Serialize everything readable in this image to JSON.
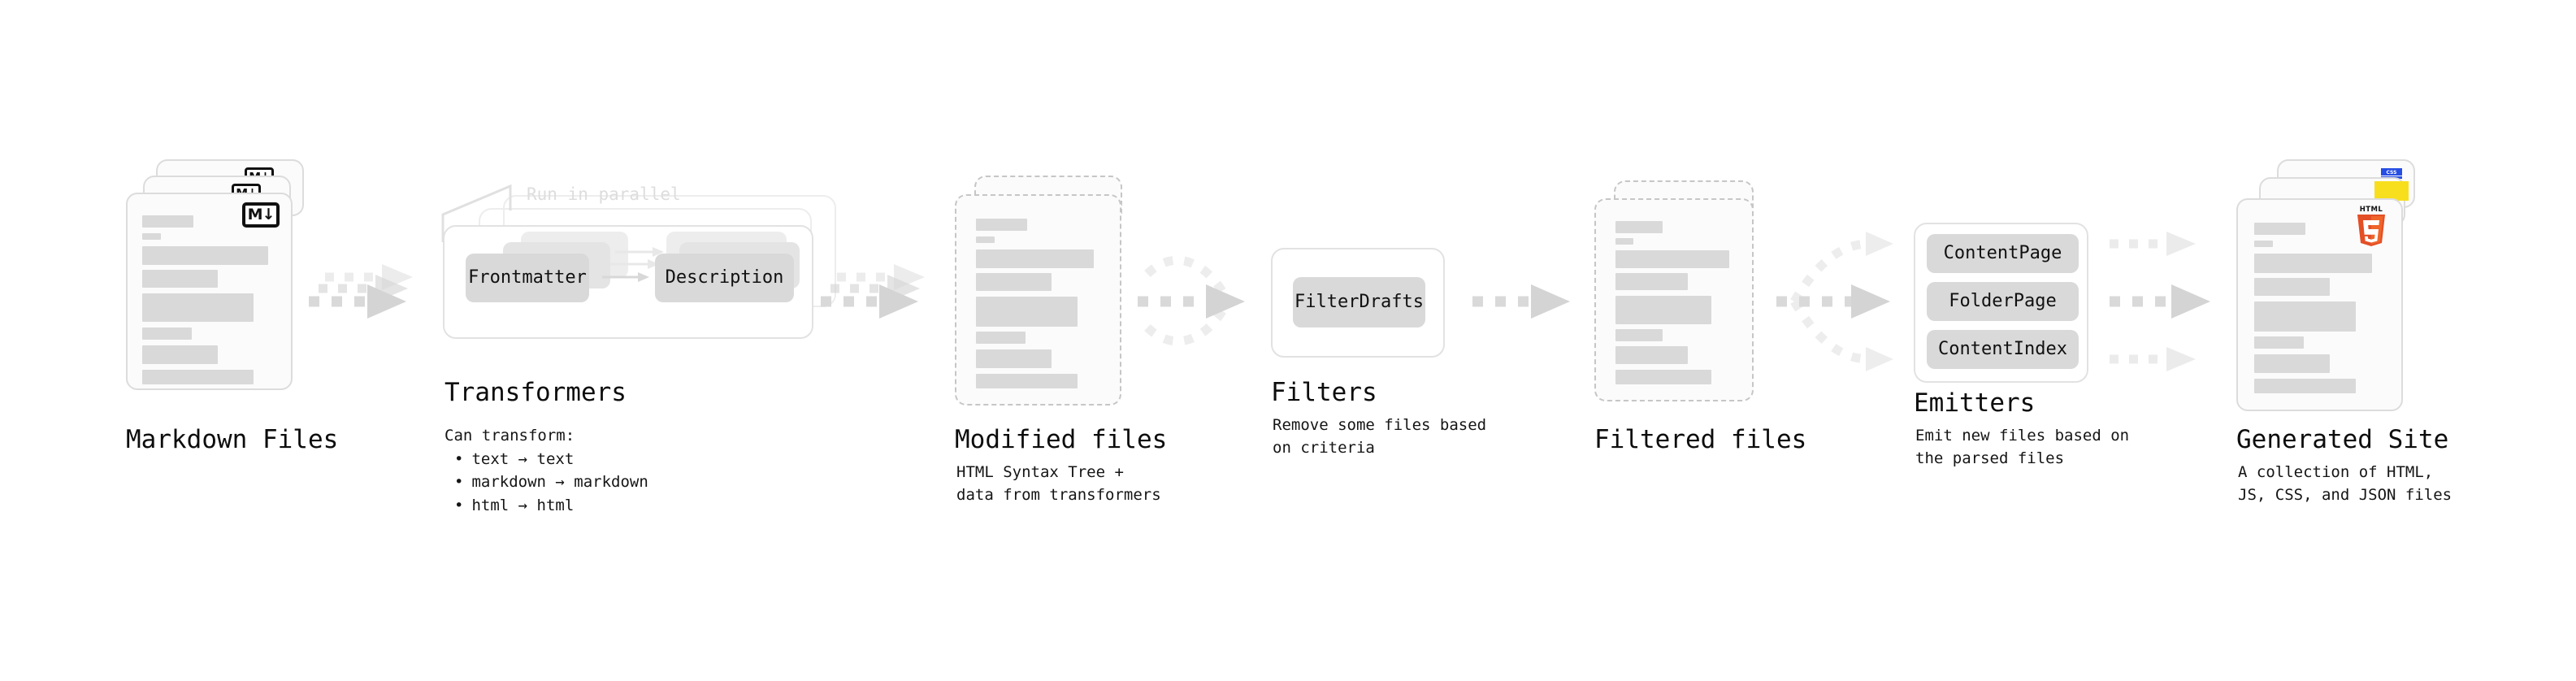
{
  "diagram": {
    "title": "Quartz content pipeline",
    "accent_colors": {
      "bar_gray": "#d9d9d9",
      "card_border": "#dcdcdc",
      "dashed_border": "#c6c6c6",
      "arrow_gray": "#d4d4d4",
      "arrow_faint": "#ededed",
      "html5_orange": "#e34f26",
      "css3_blue": "#264de4",
      "js_yellow": "#f7df1e",
      "text_black": "#0d0d0d",
      "faint_text": "#dddddd"
    },
    "stages": [
      {
        "id": "markdown-files",
        "kind": "document-stack",
        "title": "Markdown Files",
        "subtitle": "",
        "badge": "markdown-icon",
        "badge_text": "M",
        "stack_count": 3
      },
      {
        "id": "transformers",
        "kind": "group",
        "title": "Transformers",
        "annotation": "Run in parallel",
        "intro": "Can transform:",
        "bullets": [
          "text → text",
          "markdown → markdown",
          "html → html"
        ],
        "pills": [
          "Frontmatter",
          "Description"
        ],
        "stack_count": 3
      },
      {
        "id": "modified-files",
        "kind": "document-stack",
        "title": "Modified files",
        "subtitle": "HTML Syntax Tree +\ndata from transformers",
        "badge": "none",
        "stack_count": 2,
        "dashed": true
      },
      {
        "id": "filters",
        "kind": "group",
        "title": "Filters",
        "subtitle": "Remove some files based\non criteria",
        "pills": [
          "FilterDrafts"
        ],
        "stack_count": 1
      },
      {
        "id": "filtered-files",
        "kind": "document-stack",
        "title": "Filtered files",
        "subtitle": "",
        "badge": "none",
        "stack_count": 2,
        "dashed": true
      },
      {
        "id": "emitters",
        "kind": "group",
        "title": "Emitters",
        "subtitle": "Emit new files based on\nthe parsed files",
        "pills": [
          "ContentPage",
          "FolderPage",
          "ContentIndex"
        ],
        "stack_count": 1
      },
      {
        "id": "generated-site",
        "kind": "document-stack",
        "title": "Generated Site",
        "subtitle": "A collection of HTML,\nJS, CSS, and JSON files",
        "badge": "html5-icon",
        "badge_text": "HTML",
        "badge_number": "5",
        "secondary_badges": [
          "css3-icon",
          "js-icon"
        ],
        "stack_count": 3
      }
    ],
    "connectors": [
      {
        "id": "arrow-markdown-to-transformers",
        "kind": "triple-dashed-arrow"
      },
      {
        "id": "arrow-transformers-to-modified",
        "kind": "triple-dashed-arrow"
      },
      {
        "id": "arrow-modified-to-filters",
        "kind": "merge-dashed-arrow"
      },
      {
        "id": "arrow-filters-to-filtered",
        "kind": "single-dashed-arrow"
      },
      {
        "id": "arrow-filtered-to-emitters",
        "kind": "split-dashed-arrow"
      },
      {
        "id": "arrow-emitters-to-site",
        "kind": "triple-dashed-arrow"
      }
    ]
  }
}
